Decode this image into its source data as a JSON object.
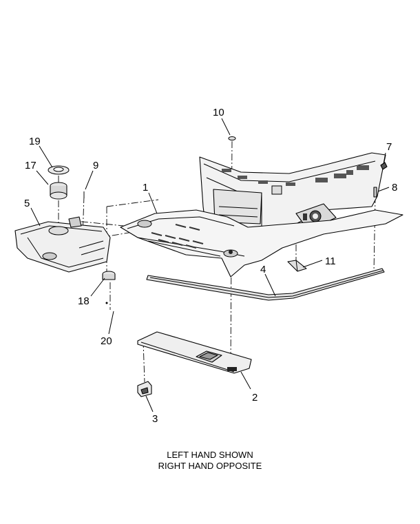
{
  "callouts": [
    {
      "id": "c1",
      "text": "1"
    },
    {
      "id": "c2",
      "text": "2"
    },
    {
      "id": "c3",
      "text": "3"
    },
    {
      "id": "c4",
      "text": "4"
    },
    {
      "id": "c5",
      "text": "5"
    },
    {
      "id": "c7",
      "text": "7"
    },
    {
      "id": "c8",
      "text": "8"
    },
    {
      "id": "c9",
      "text": "9"
    },
    {
      "id": "c10",
      "text": "10"
    },
    {
      "id": "c11",
      "text": "11"
    },
    {
      "id": "c17",
      "text": "17"
    },
    {
      "id": "c18",
      "text": "18"
    },
    {
      "id": "c19",
      "text": "19"
    },
    {
      "id": "c20",
      "text": "20"
    }
  ],
  "caption": {
    "line1": "LEFT HAND SHOWN",
    "line2": "RIGHT HAND OPPOSITE"
  }
}
